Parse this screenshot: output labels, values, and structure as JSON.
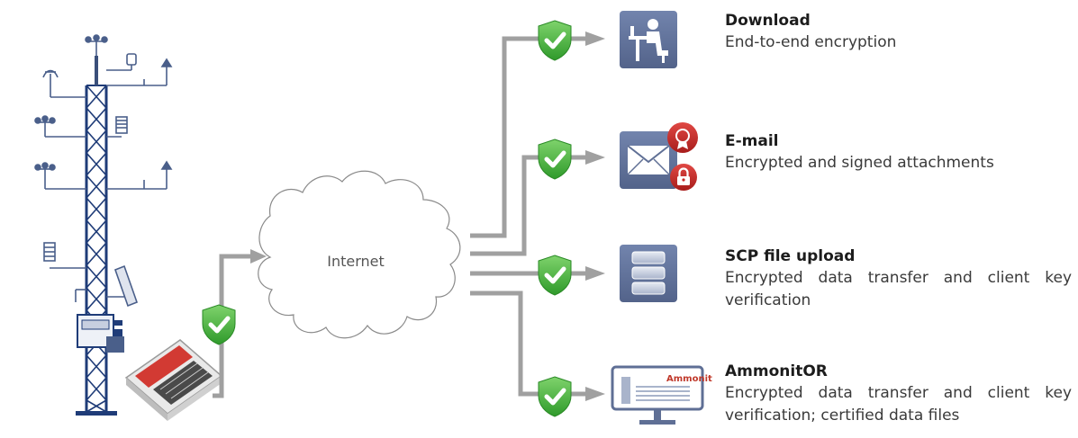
{
  "cloud": {
    "label": "Internet"
  },
  "outputs": [
    {
      "id": "download",
      "title": "Download",
      "description": "End-to-end encryption",
      "icon": "user-at-desk-icon"
    },
    {
      "id": "email",
      "title": "E-mail",
      "description": "Encrypted and signed attachments",
      "icon": "envelope-icon",
      "badges": [
        "certificate-seal-icon",
        "padlock-seal-icon"
      ]
    },
    {
      "id": "scp",
      "title": "SCP file upload",
      "description": "Encrypted data transfer and client key verification",
      "icon": "database-icon"
    },
    {
      "id": "ammonitor",
      "title": "AmmonitOR",
      "description": "Encrypted data transfer and client key verification; certified data files",
      "icon": "monitor-icon",
      "screen_brand": "Ammonit"
    }
  ],
  "colors": {
    "arrow": "#a0a0a0",
    "shield": "#3aa335",
    "icon_tile": "#5f6f95",
    "tower": "#1f3c78",
    "seal": "#c62b28"
  }
}
